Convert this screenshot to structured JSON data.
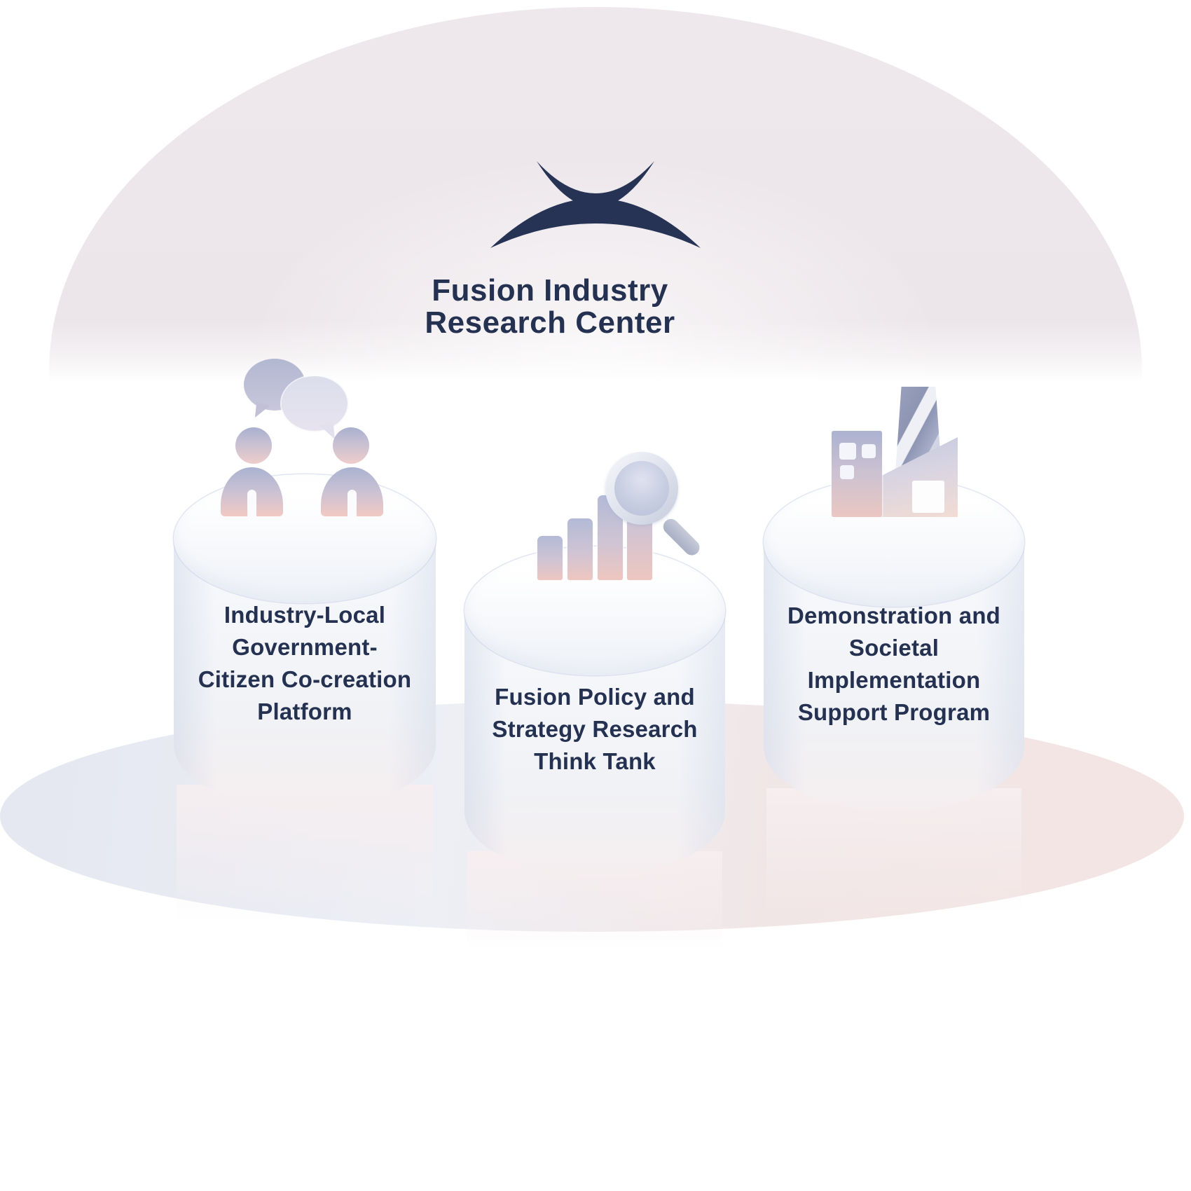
{
  "center": {
    "logo_icon": "fusion-arcs-logo",
    "title": "Fusion Industry\nResearch Center"
  },
  "pillars": [
    {
      "id": "co-creation-platform",
      "icon": "people-conversation-icon",
      "text": "Industry-Local\nGovernment-\nCitizen Co-creation\nPlatform"
    },
    {
      "id": "policy-think-tank",
      "icon": "bar-chart-magnifier-icon",
      "text": "Fusion Policy and\nStrategy Research\nThink Tank"
    },
    {
      "id": "implementation-support",
      "icon": "factory-icon",
      "text": "Demonstration and\nSocietal\nImplementation\nSupport Program"
    }
  ],
  "colors": {
    "text_navy": "#253151",
    "dome_pink": "#ece6ea",
    "ground_blue": "#e5e8f1",
    "ground_pink": "#f3e5e4",
    "cylinder_white": "#f4f6fa",
    "icon_lavender": "#aab2d0",
    "icon_pink": "#f0c9c4"
  }
}
